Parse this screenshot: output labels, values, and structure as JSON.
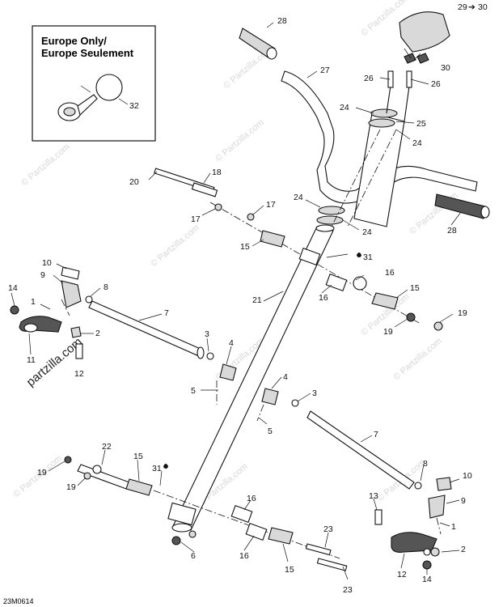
{
  "inset": {
    "title_line1": "Europe Only/",
    "title_line2": "Europe Seulement",
    "part": "32"
  },
  "watermark": {
    "small": "© Partzilla.com",
    "large": "partzilla.com"
  },
  "diagram_code": "23M0614",
  "callouts": {
    "c28a": "28",
    "c29": "29",
    "c29arrow": "➔",
    "c30_top": "30",
    "c30": "30",
    "c27": "27",
    "c26a": "26",
    "c26b": "26",
    "c24a": "24",
    "c25": "25",
    "c24b": "24",
    "c20": "20",
    "c18": "18",
    "c17a": "17",
    "c17b": "17",
    "c24c": "24",
    "c24d": "24",
    "c28b": "28",
    "c15a": "15",
    "c31a": "31",
    "c10a": "10",
    "c9a": "9",
    "c8a": "8",
    "c14a": "14",
    "c1a": "1",
    "c16a": "16",
    "c15b": "15",
    "c21": "21",
    "c16b": "16",
    "c7a": "7",
    "c19a": "19",
    "c19b": "19",
    "c2a": "2",
    "c3a": "3",
    "c4a": "4",
    "c11": "11",
    "c12a": "12",
    "c5a": "5",
    "c4b": "4",
    "c3b": "3",
    "c5b": "5",
    "c7b": "7",
    "c22": "22",
    "c15c": "15",
    "c31b": "31",
    "c19c": "19",
    "c19d": "19",
    "c8b": "8",
    "c10b": "10",
    "c9b": "9",
    "c13": "13",
    "c1b": "1",
    "c16c": "16",
    "c16d": "16",
    "c23a": "23",
    "c2b": "2",
    "c6": "6",
    "c15d": "15",
    "c12b": "12",
    "c14b": "14",
    "c23b": "23"
  }
}
